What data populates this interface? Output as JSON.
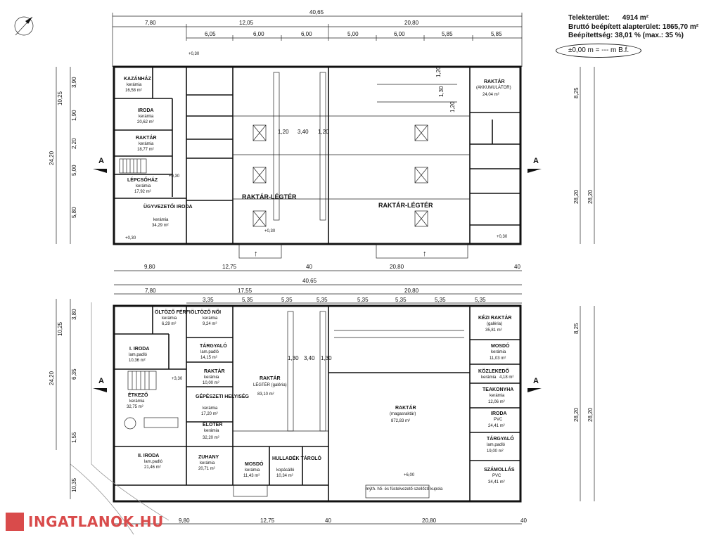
{
  "info": {
    "plot_area_label": "Telekterület:",
    "plot_area_value": "4914 m²",
    "built_area_label": "Bruttó beépített alapterület:",
    "built_area_value": "1865,70 m²",
    "coverage_label": "Beépítettség:",
    "coverage_value": "38,01 % (max.: 35 %)",
    "elevation": "±0,00 m = --- m B.f."
  },
  "logo": "INGATLANOK.HU",
  "top_plan": {
    "dims_top": [
      "40,65",
      "7,80",
      "12,05",
      "20,80",
      "6,05",
      "6,00",
      "6,00",
      "5,00",
      "6,00",
      "5,85",
      "5,85"
    ],
    "dims_bottom": [
      "9,80",
      "12,75",
      "40",
      "20,80",
      "40"
    ],
    "dims_left": [
      "10,25",
      "3,90",
      "1,90",
      "2,20",
      "5,00",
      "5,80",
      "24,20"
    ],
    "dims_right": [
      "8,25",
      "28,20",
      "28,20"
    ],
    "inner_dims": [
      "1,20",
      "3,40",
      "1,20",
      "1,20",
      "1,30",
      "1,20"
    ],
    "section": [
      "A",
      "A"
    ],
    "levels": [
      "+0,30",
      "+0,30",
      "+0,30",
      "+0,30",
      "+0,30"
    ],
    "rooms": [
      {
        "name": "KAZÁNHÁZ",
        "mat": "kerámia",
        "area": "16,58 m²"
      },
      {
        "name": "IRODA",
        "mat": "kerámia",
        "area": "20,62 m²"
      },
      {
        "name": "RAKTÁR",
        "mat": "kerámia",
        "area": "18,77 m²"
      },
      {
        "name": "LÉPCSŐHÁZ",
        "mat": "kerámia",
        "area": "17,92 m²"
      },
      {
        "name": "ÜGYVEZETŐI IRODA",
        "mat": "kerámia",
        "area": "34,29 m²"
      },
      {
        "name": "RAKTÁR",
        "mat": "(AKKUMULÁTOR)",
        "area": "24,04 m²"
      },
      {
        "name": "RAKTÁR-LÉGTÉR",
        "mat": "",
        "area": ""
      },
      {
        "name": "RAKTÁR-LÉGTÉR",
        "mat": "",
        "area": ""
      }
    ]
  },
  "bottom_plan": {
    "dims_top": [
      "40,65",
      "7,80",
      "17,55",
      "20,80",
      "3,35",
      "5,35",
      "5,35",
      "5,35",
      "5,35",
      "5,35",
      "5,35",
      "5,35"
    ],
    "dims_bottom": [
      "9,80",
      "12,75",
      "40",
      "20,80",
      "40"
    ],
    "dims_left": [
      "10,25",
      "3,80",
      "6,35",
      "1,55",
      "24,20",
      "10,35"
    ],
    "dims_right": [
      "8,25",
      "28,20",
      "28,20"
    ],
    "inner_dims": [
      "1,30",
      "3,40",
      "1,30"
    ],
    "section": [
      "A",
      "A"
    ],
    "levels": [
      "+3,30",
      "+6,00"
    ],
    "dome_note": "mýth. hő- és füstelvezető szellőző kupola",
    "rooms": [
      {
        "name": "ÖLTÖZŐ FÉRFI",
        "mat": "kerámia",
        "area": "6,29 m²"
      },
      {
        "name": "ÖLTÖZŐ NŐI",
        "mat": "kerámia",
        "area": "9,24 m²"
      },
      {
        "name": "I. IRODA",
        "mat": "lam.padló",
        "area": "10,36 m²"
      },
      {
        "name": "TÁRGYALÓ",
        "mat": "lam.padló",
        "area": "14,15 m²"
      },
      {
        "name": "RAKTÁR",
        "mat": "kerámia",
        "area": "10,00 m²"
      },
      {
        "name": "ÉTKEZŐ",
        "mat": "kerámia",
        "area": "32,75 m²"
      },
      {
        "name": "GÉPÉSZETI HELYISÉG",
        "mat": "kerámia",
        "area": "17,20 m²"
      },
      {
        "name": "ELŐTÉR",
        "mat": "kerámia",
        "area": "32,20 m²"
      },
      {
        "name": "II. IRODA",
        "mat": "lam.padló",
        "area": "21,46 m²"
      },
      {
        "name": "ZUHANY",
        "mat": "kerámia",
        "area": "20,71 m²"
      },
      {
        "name": "MOSDÓ",
        "mat": "kerámia",
        "area": "11,43 m²"
      },
      {
        "name": "HULLADÉK TÁROLÓ",
        "mat": "kopásálló",
        "area": "10,34 m²"
      },
      {
        "name": "RAKTÁR",
        "mat": "LÉGTÉR (galéria)",
        "area": "83,10 m²"
      },
      {
        "name": "RAKTÁR",
        "mat": "(magasraktár)",
        "area": "872,83 m²"
      },
      {
        "name": "KÉZI RAKTÁR",
        "mat": "(galéria)",
        "area": "35,81 m²"
      },
      {
        "name": "MOSDÓ",
        "mat": "kerámia",
        "area": "11,03 m²"
      },
      {
        "name": "KÖZLEKEDŐ",
        "mat": "kerámia",
        "area": "4,18 m²"
      },
      {
        "name": "TEAKONYHA",
        "mat": "kerámia",
        "area": "12,06 m²"
      },
      {
        "name": "IRODA",
        "mat": "PVC",
        "area": "24,41 m²"
      },
      {
        "name": "TÁRGYALÓ",
        "mat": "lam.padló",
        "area": "19,00 m²"
      },
      {
        "name": "SZÁMOLLÁS",
        "mat": "PVC",
        "area": "34,41 m²"
      }
    ]
  }
}
